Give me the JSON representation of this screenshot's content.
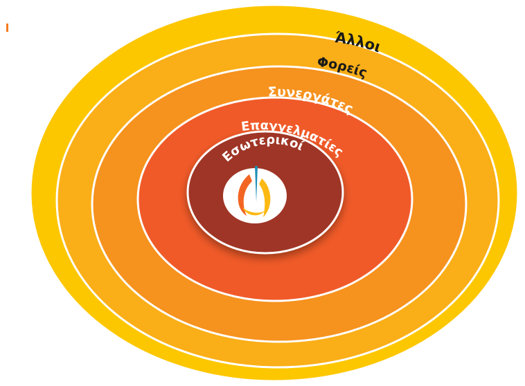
{
  "rings": [
    {
      "id": "alloi",
      "label": "Άλλοι",
      "color": "#FDC700"
    },
    {
      "id": "foreis",
      "label": "Φορείς",
      "color": "#FAAE17"
    },
    {
      "id": "synergates",
      "label": "Συνεργάτες",
      "color": "#F6921E"
    },
    {
      "id": "epaggelmaties",
      "label": "Επαγγελματίες",
      "color": "#F05A28"
    },
    {
      "id": "esoterikoi",
      "label": "Εσωτερικοί",
      "color": "#9F3526"
    }
  ],
  "colors": {
    "corner_mark": "#F47B20",
    "logo_blue": "#1B8FB5",
    "logo_orange": "#F26522",
    "logo_yellow": "#FDB913",
    "ring_stroke": "#ffffff"
  },
  "icons": {
    "center_logo": "flame-logo-icon"
  }
}
